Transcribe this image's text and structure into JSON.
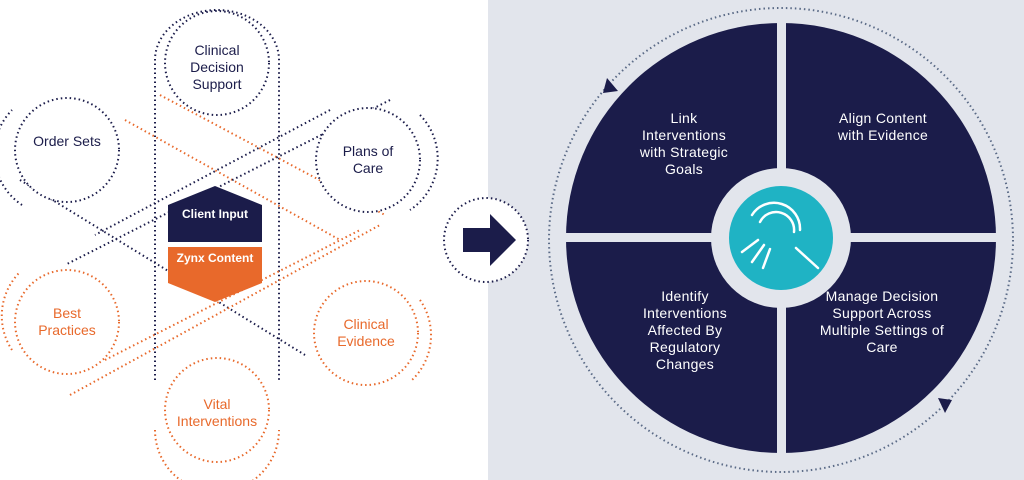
{
  "colors": {
    "navy": "#1b1c4a",
    "orange": "#e8692b",
    "panel_bg": "#e2e5ec",
    "teal": "#1fb3c4",
    "dot_gray": "#5a6a86"
  },
  "left_diagram": {
    "circles": {
      "clinical_decision_support": "Clinical Decision Support",
      "order_sets": "Order Sets",
      "plans_of_care": "Plans of Care",
      "best_practices": "Best Practices",
      "clinical_evidence": "Clinical Evidence",
      "vital_interventions": "Vital Interventions"
    },
    "center": {
      "client_input": "Client Input",
      "zynx_content": "Zynx Content"
    }
  },
  "arrow": {
    "icon": "arrow-right-icon"
  },
  "right_diagram": {
    "quadrants": {
      "top_left": "Link Interventions with Strategic Goals",
      "top_right": "Align Content with Evidence",
      "bottom_left": "Identify Interventions Affected By Regulatory Changes",
      "bottom_right": "Manage Decision Support Across Multiple Settings of Care"
    },
    "center_icon": "magnifier-icon"
  }
}
